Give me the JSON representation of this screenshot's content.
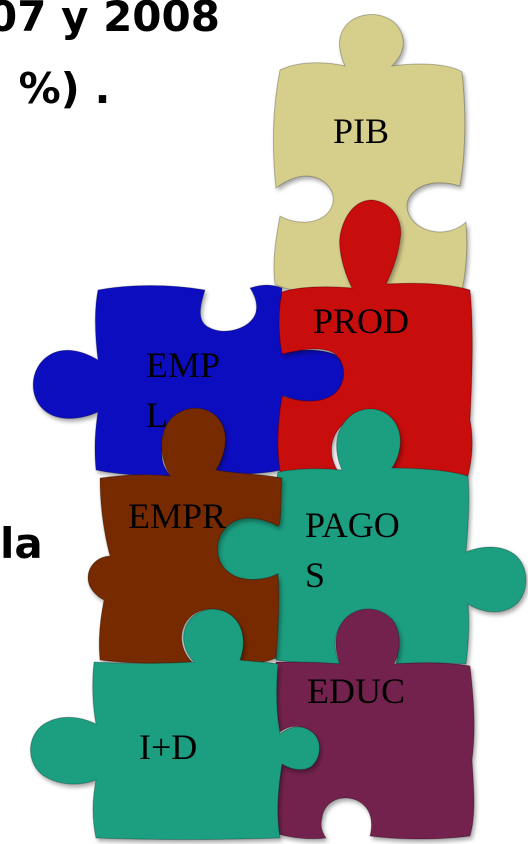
{
  "heading": {
    "line1": "07 y 2008",
    "line2": "’ %) ."
  },
  "side_text": "la",
  "pieces": [
    {
      "id": "pib",
      "label": "PIB",
      "color": "#d6cf8c"
    },
    {
      "id": "prod",
      "label": "PROD",
      "color": "#c8070c"
    },
    {
      "id": "empl",
      "label": "EMP\nL",
      "color": "#0a0fc0"
    },
    {
      "id": "pagos",
      "label": "PAGO\nS",
      "color": "#1a9e80"
    },
    {
      "id": "empr",
      "label": "EMPR",
      "color": "#772a05"
    },
    {
      "id": "educ",
      "label": "EDUC",
      "color": "#73224d"
    },
    {
      "id": "imasd",
      "label": "I+D",
      "color": "#1a9e80"
    }
  ]
}
